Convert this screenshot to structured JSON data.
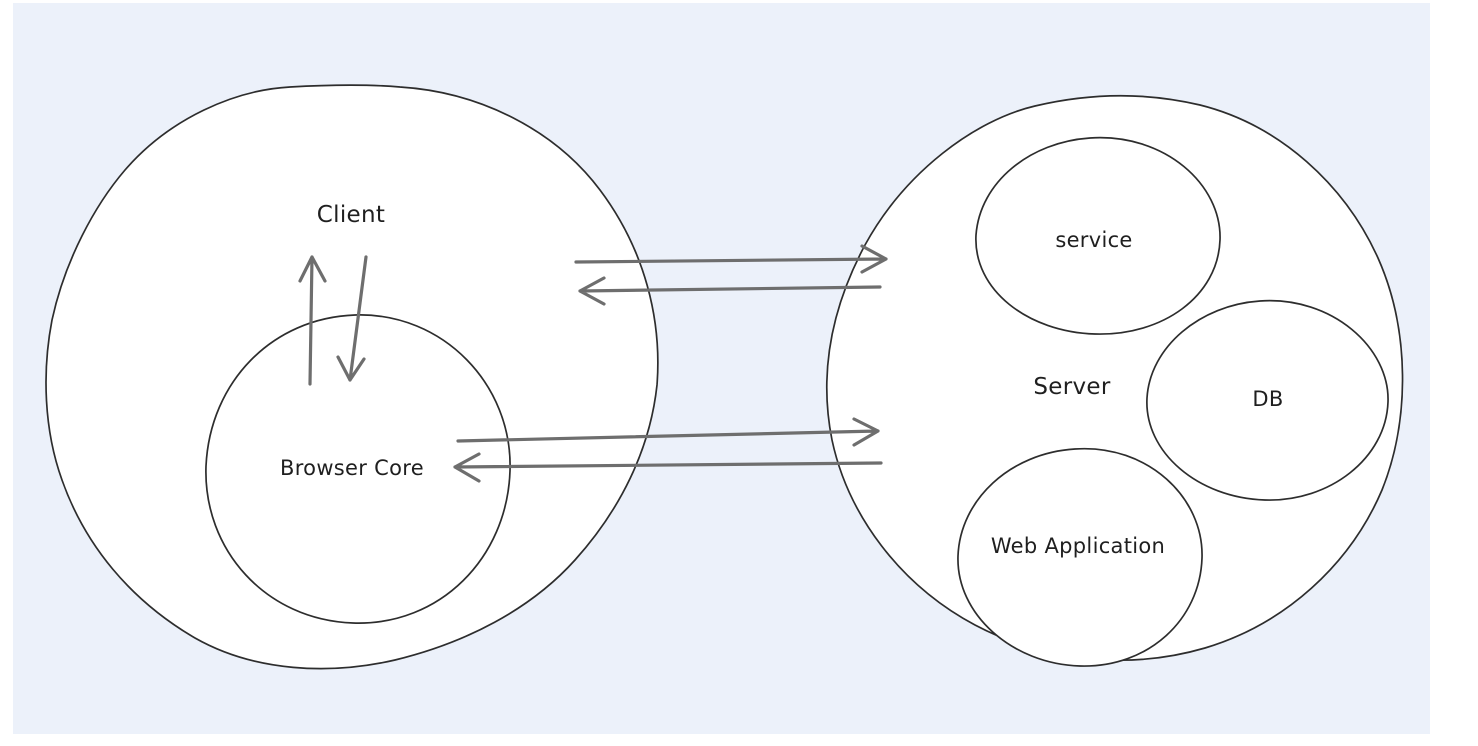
{
  "diagram": {
    "nodes": {
      "client": {
        "label": "Client"
      },
      "browser_core": {
        "label": "Browser Core"
      },
      "server": {
        "label": "Server"
      },
      "service": {
        "label": "service"
      },
      "db": {
        "label": "DB"
      },
      "web_application": {
        "label": "Web Application"
      }
    },
    "connections": [
      {
        "from": "Client",
        "to": "Server",
        "direction": "right"
      },
      {
        "from": "Server",
        "to": "Client",
        "direction": "left"
      },
      {
        "from": "Browser Core",
        "to": "Server",
        "direction": "right"
      },
      {
        "from": "Server",
        "to": "Browser Core",
        "direction": "left"
      },
      {
        "from": "Browser Core",
        "to": "Client",
        "direction": "up"
      },
      {
        "from": "Client",
        "to": "Browser Core",
        "direction": "down"
      }
    ]
  },
  "colors": {
    "page_background": "#ffffff",
    "canvas_background": "#ecf1fa",
    "shape_fill": "#ffffff",
    "shape_stroke": "#2d2d2d",
    "arrow": "#6e6e6e",
    "text": "#1f1f1f"
  }
}
